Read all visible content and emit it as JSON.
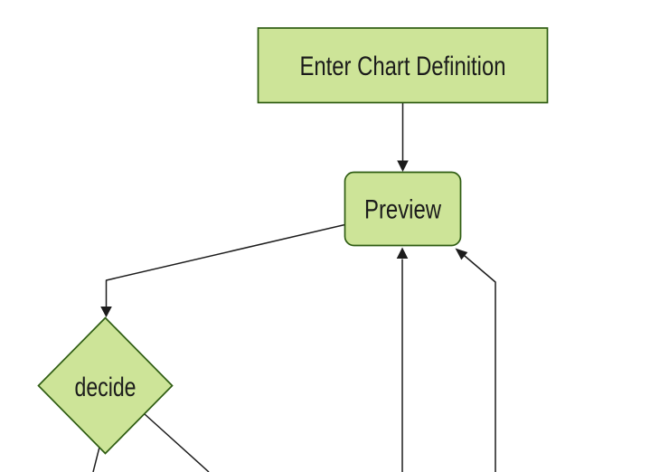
{
  "diagram": {
    "background": "#ffffff",
    "colors": {
      "node_fill": "#cde498",
      "node_border": "#2e5c12",
      "edge_line": "#1c1c1c",
      "arrowhead": "#1c1c1c",
      "label_text": "#1b1b1b"
    },
    "nodes": [
      {
        "id": "enter-chart-definition",
        "shape": "rectangle",
        "label": "Enter Chart Definition"
      },
      {
        "id": "preview",
        "shape": "rounded-rectangle",
        "label": "Preview"
      },
      {
        "id": "decide",
        "shape": "diamond",
        "label": "decide"
      }
    ],
    "edges": [
      {
        "name": "enter-chart-definition-to-preview",
        "style": "arrow"
      },
      {
        "name": "preview-to-decide",
        "style": "arrow"
      },
      {
        "name": "from-below-into-preview-bottom",
        "style": "arrow"
      },
      {
        "name": "from-below-right-into-preview-corner",
        "style": "arrow"
      },
      {
        "name": "decide-to-offscreen-bottom-left",
        "style": "line"
      },
      {
        "name": "decide-to-offscreen-bottom-right",
        "style": "line"
      }
    ]
  }
}
